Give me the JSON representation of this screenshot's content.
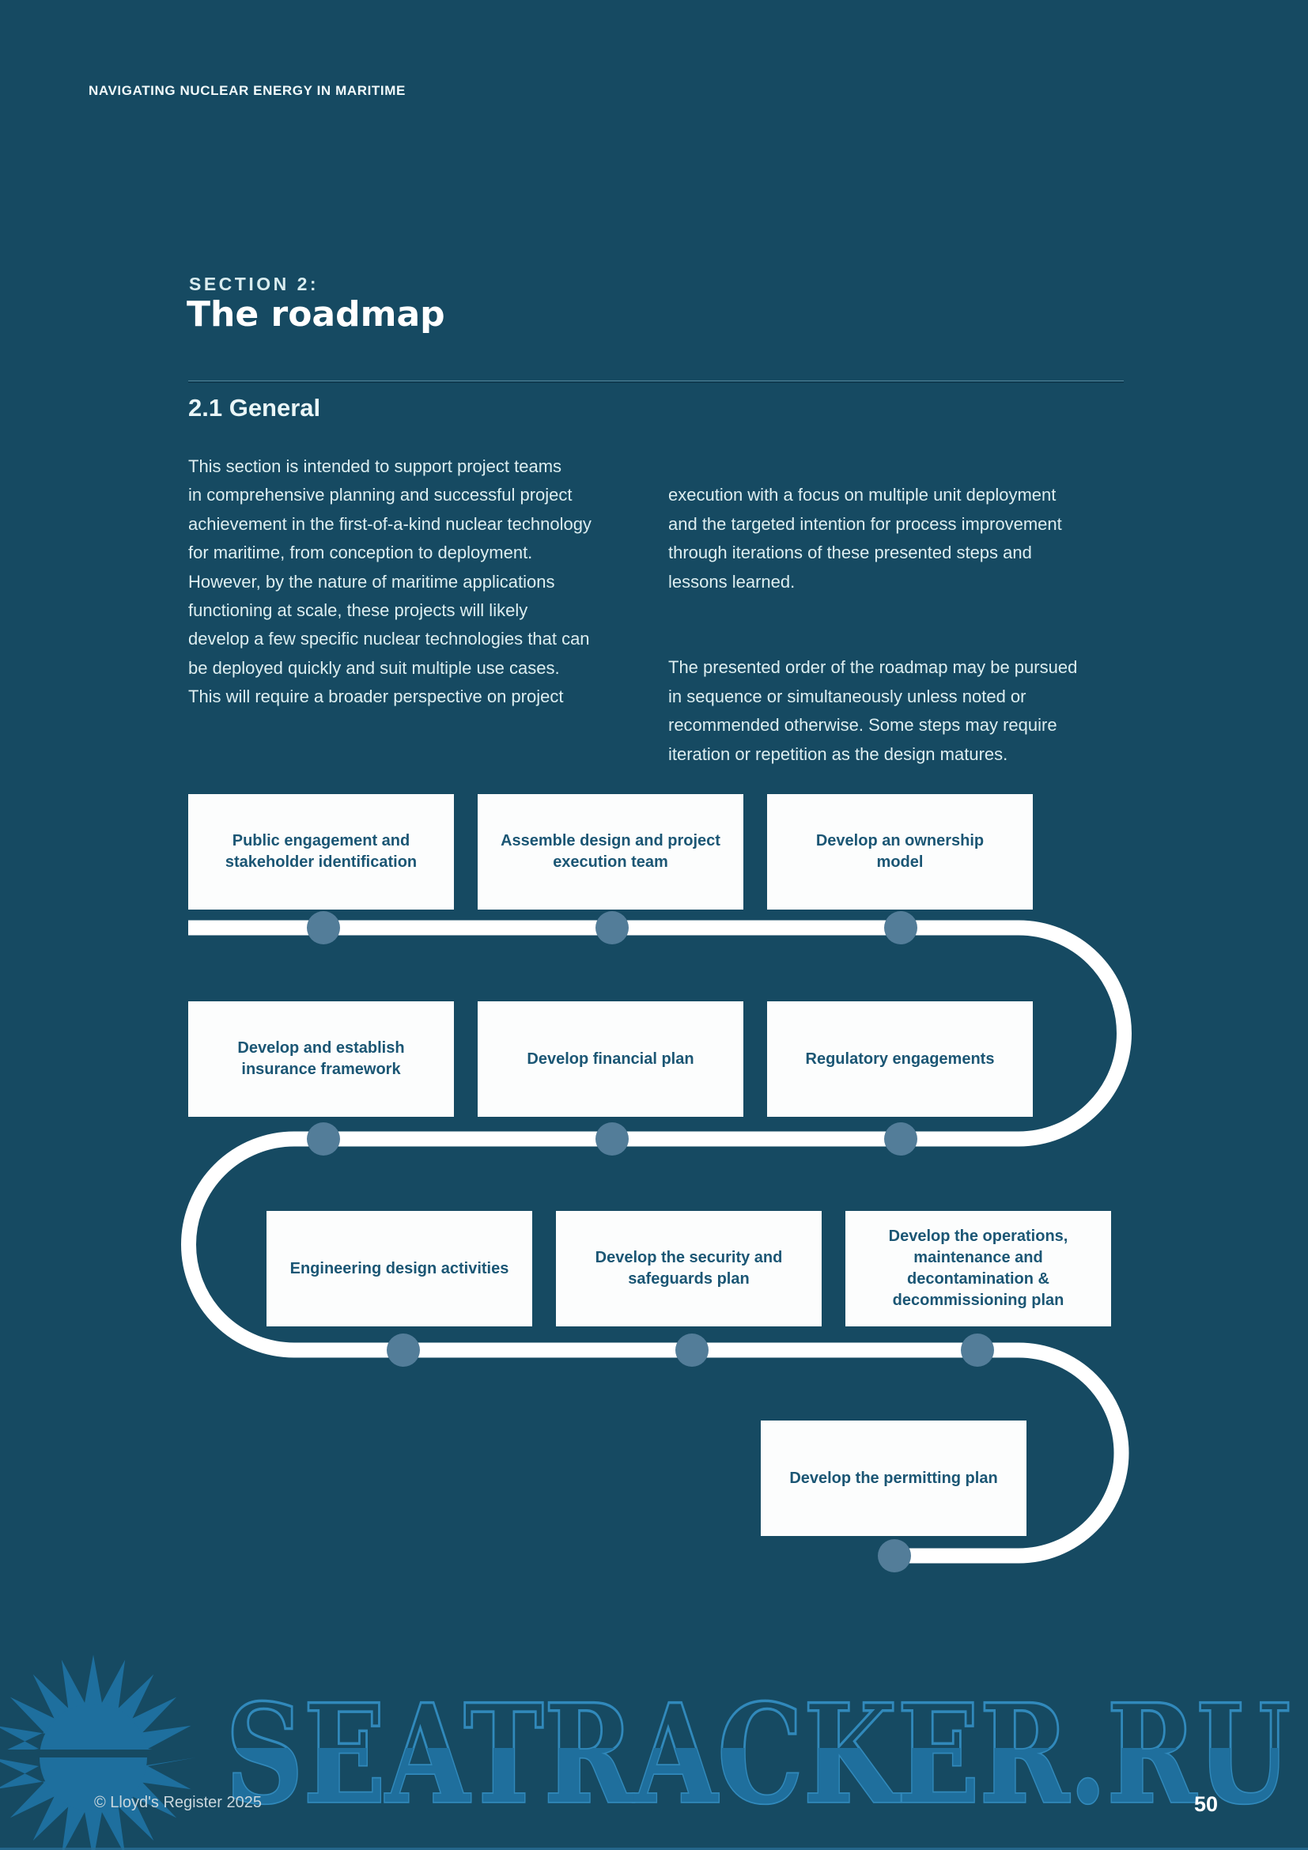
{
  "page": {
    "header": "NAVIGATING NUCLEAR ENERGY IN MARITIME",
    "section_label": "SECTION 2:",
    "title": "The roadmap",
    "subsection_title": "2.1 General",
    "footer_copyright": "© Lloyd's Register 2025",
    "page_number": "50"
  },
  "body": {
    "column_left": "This section is intended to support project teams\nin comprehensive planning and successful project\nachievement in the first-of-a-kind nuclear technology\nfor maritime, from conception to deployment.\nHowever, by the nature of maritime applications\nfunctioning at scale, these projects will likely\ndevelop a few specific nuclear technologies that can\nbe deployed quickly and suit multiple use cases.\nThis will require a broader perspective on project",
    "column_right_para1": "execution with a focus on multiple unit deployment\nand the targeted intention for process improvement\nthrough iterations of these presented steps and\nlessons learned.",
    "column_right_para2": "The presented order of the roadmap may be pursued\nin sequence or simultaneously unless noted or\nrecommended otherwise. Some steps may require\niteration or repetition as the design matures."
  },
  "roadmap": {
    "rows": [
      [
        "Public engagement and\nstakeholder identification",
        "Assemble design and project\nexecution team",
        "Develop an ownership\nmodel"
      ],
      [
        "Develop and establish\ninsurance framework",
        "Develop financial plan",
        "Regulatory engagements"
      ],
      [
        "Engineering design activities",
        "Develop the security and\nsafeguards plan",
        "Develop the operations,\nmaintenance and\ndecontamination &\ndecommissioning plan"
      ],
      [
        "Develop the permitting plan"
      ]
    ]
  },
  "watermark": {
    "text": "SEATRACKER.RU",
    "icon": "sun-icon"
  },
  "colors": {
    "background": "#164a62",
    "box_background": "#fcfdfd",
    "box_text": "#1b5674",
    "path": "#ffffff",
    "node": "#537d99",
    "body_text": "#ddeef0",
    "watermark_fill": "#1e6f9e",
    "watermark_outline": "#3189bb"
  }
}
